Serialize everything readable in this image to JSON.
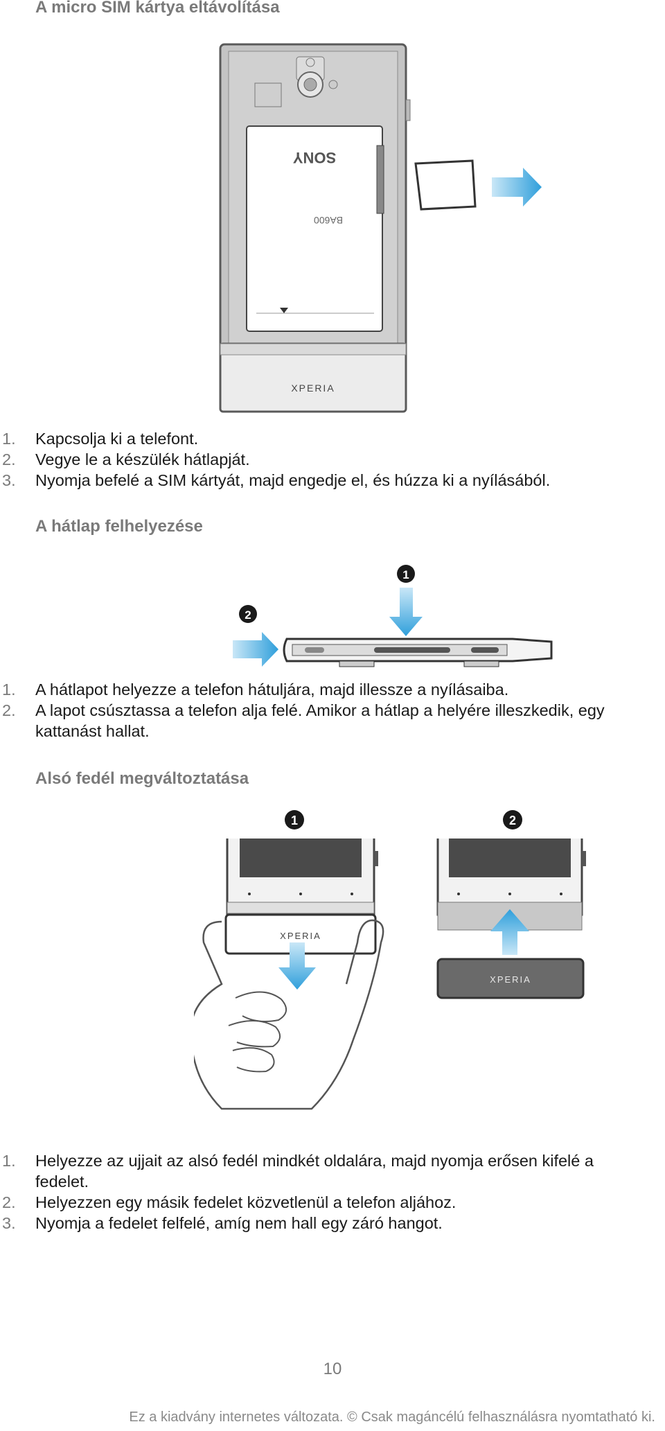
{
  "section1": {
    "heading": "A micro SIM kártya eltávolítása",
    "figure": {
      "brand": "SONY",
      "battery_model": "BA600",
      "phone_model": "XPERIA"
    },
    "steps": [
      {
        "num": "1.",
        "text": "Kapcsolja ki a telefont."
      },
      {
        "num": "2.",
        "text": "Vegye le a készülék hátlapját."
      },
      {
        "num": "3.",
        "text": "Nyomja befelé a SIM kártyát, majd engedje el, és húzza ki a nyílásából."
      }
    ]
  },
  "section2": {
    "heading": "A hátlap felhelyezése",
    "figure": {
      "marker1": "1",
      "marker2": "2"
    },
    "steps": [
      {
        "num": "1.",
        "text": "A hátlapot helyezze a telefon hátuljára, majd illessze a nyílásaiba."
      },
      {
        "num": "2.",
        "text": "A lapot csúsztassa a telefon alja felé. Amikor a hátlap a helyére illeszkedik, egy kattanást hallat."
      }
    ]
  },
  "section3": {
    "heading": "Alsó fedél megváltoztatása",
    "figure": {
      "marker1": "1",
      "marker2": "2",
      "phone_model_left": "XPERIA",
      "phone_model_right": "XPERIA"
    },
    "steps": [
      {
        "num": "1.",
        "text": "Helyezze az ujjait az alsó fedél mindkét oldalára, majd nyomja erősen kifelé a fedelet."
      },
      {
        "num": "2.",
        "text": "Helyezzen egy másik fedelet közvetlenül a telefon aljához."
      },
      {
        "num": "3.",
        "text": "Nyomja a fedelet felfelé, amíg nem hall egy záró hangot."
      }
    ]
  },
  "page_number": "10",
  "footer": "Ez a kiadvány internetes változata. © Csak magáncélú felhasználásra nyomtatható ki.",
  "colors": {
    "arrow_blue": "#3aa6de",
    "heading_gray": "#7a7a7a"
  }
}
